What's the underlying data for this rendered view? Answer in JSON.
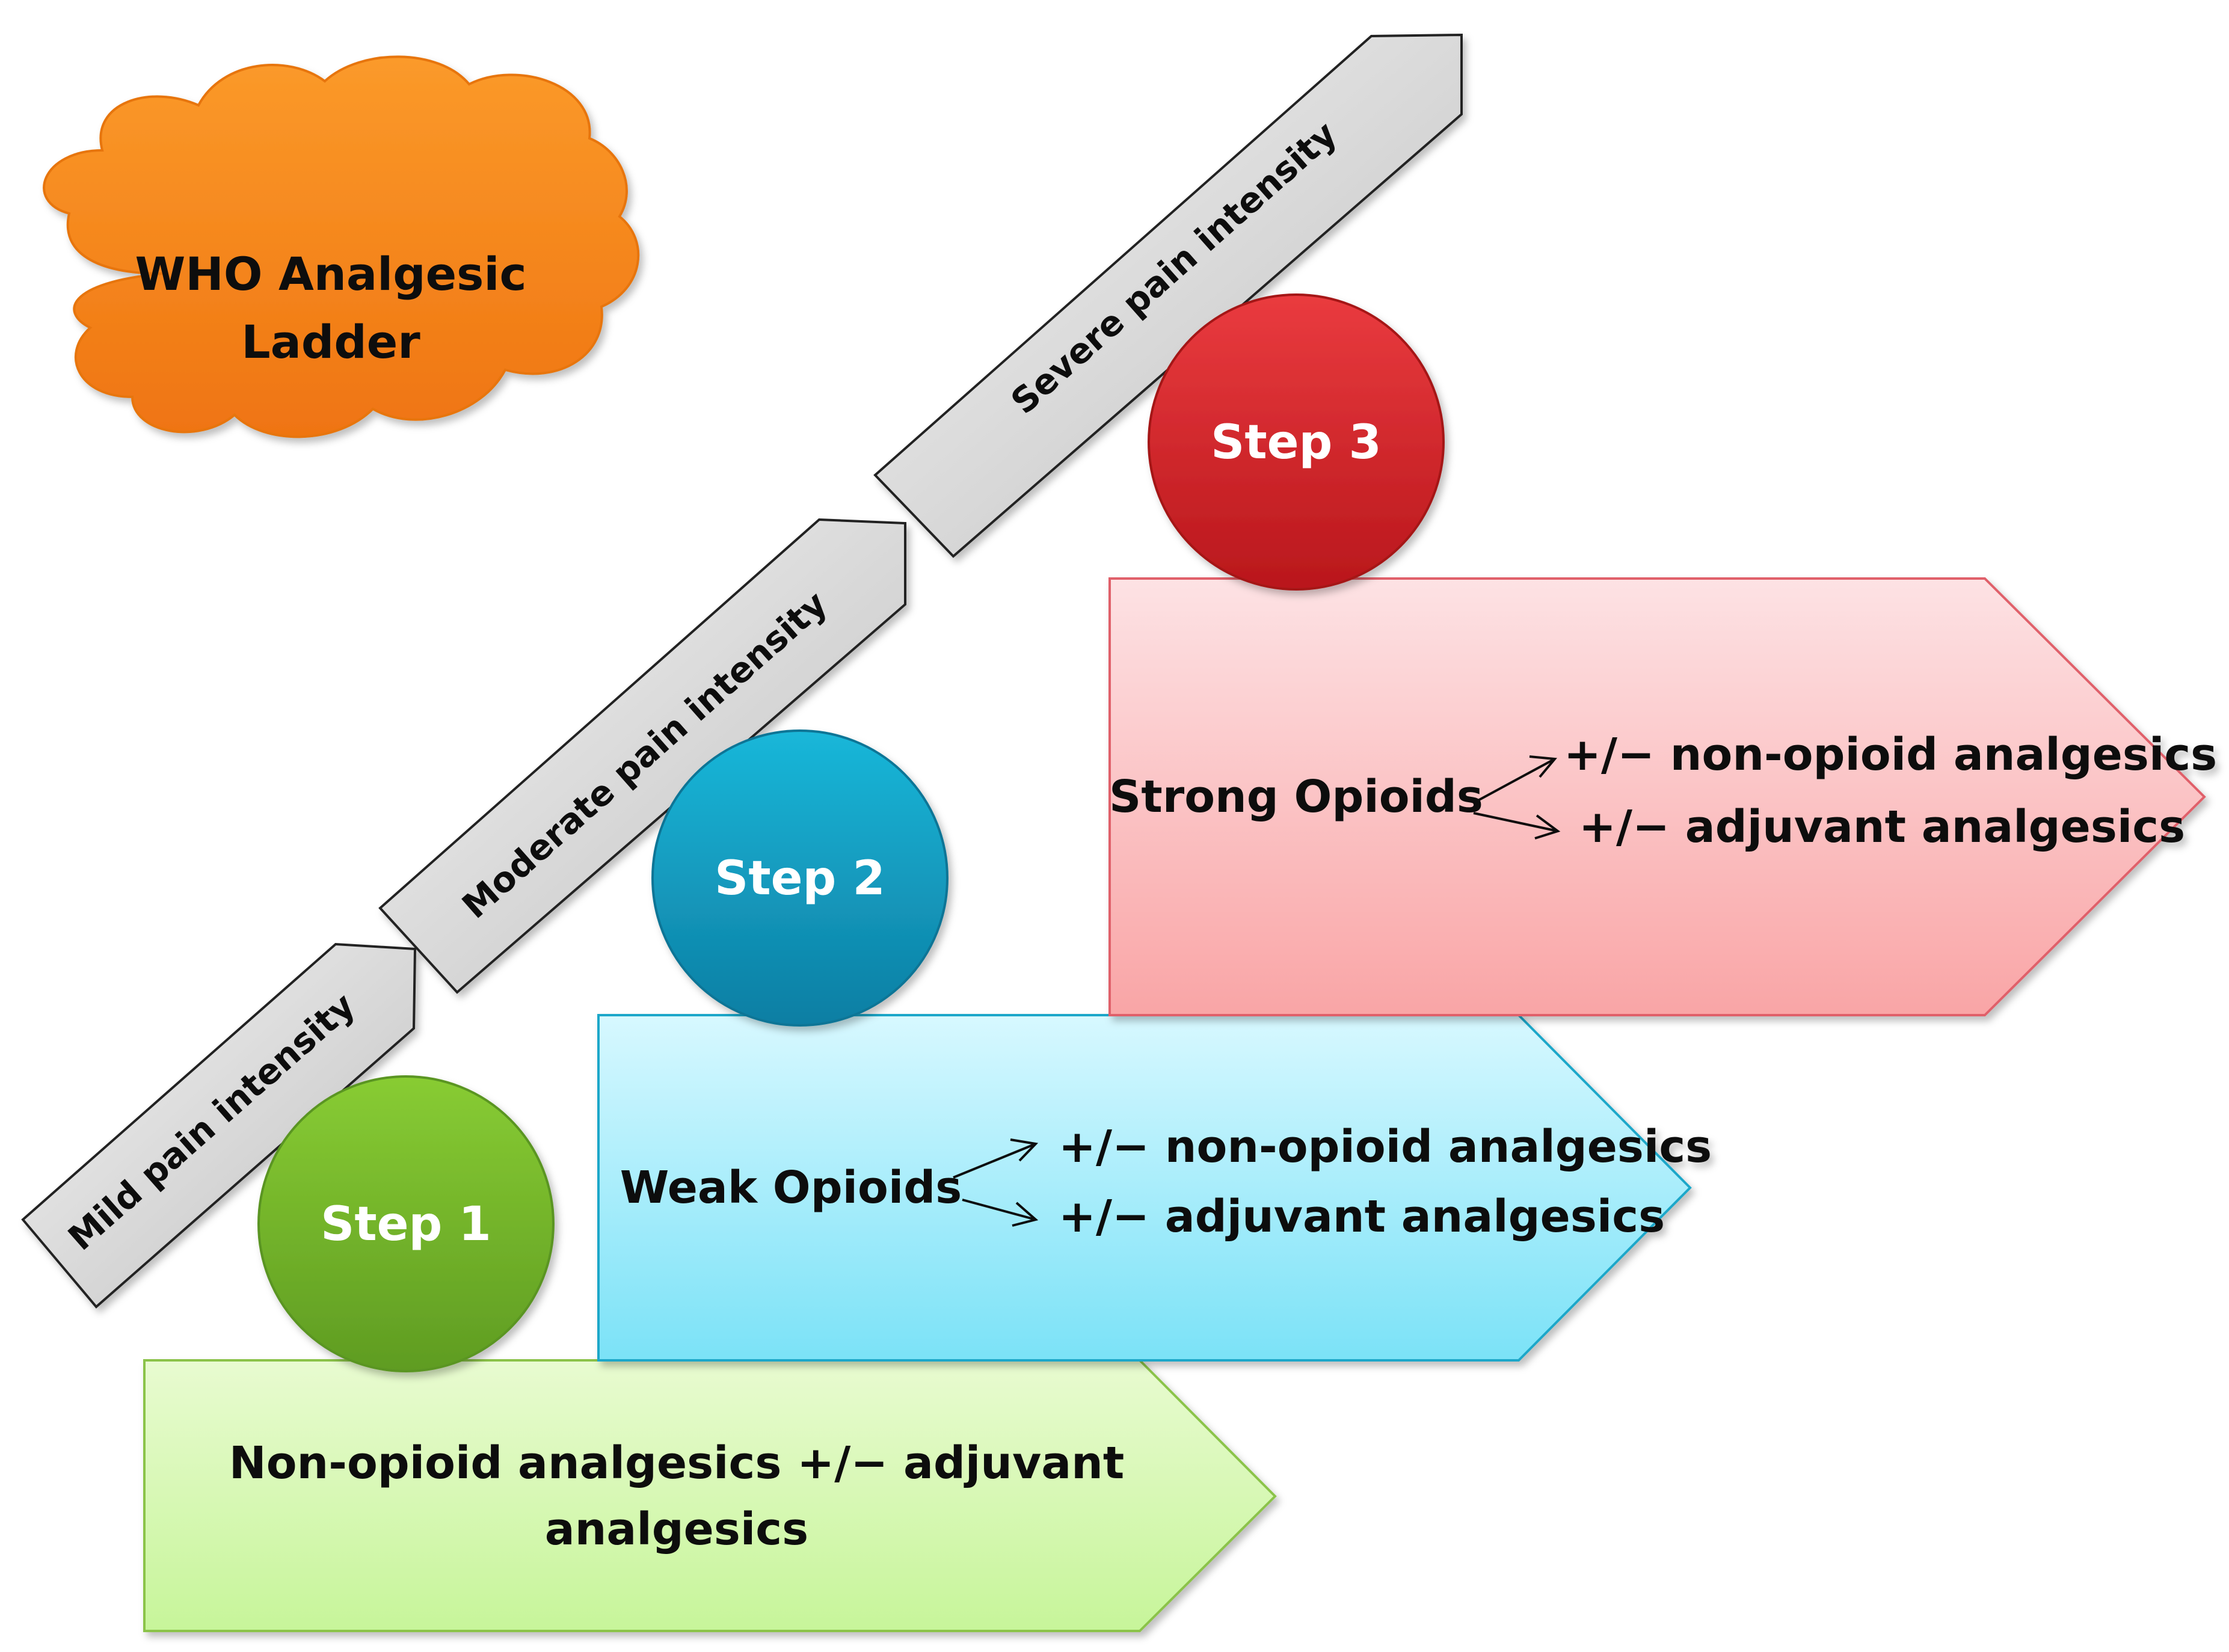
{
  "title": {
    "line1": "WHO Analgesic",
    "line2": "Ladder"
  },
  "intensity": {
    "mild": "Mild pain intensity",
    "moderate": "Moderate pain intensity",
    "severe": "Severe pain intensity"
  },
  "steps": [
    {
      "label": "Step 1",
      "color": "#76b82a"
    },
    {
      "label": "Step 2",
      "color": "#149ec2"
    },
    {
      "label": "Step 3",
      "color": "#d12a2e"
    }
  ],
  "boxes": {
    "step1": {
      "line1": "Non-opioid analgesics +/− adjuvant",
      "line2": "analgesics",
      "fill": "#d9f7b3",
      "border": "#8bc34a"
    },
    "step2": {
      "main": "Weak Opioids",
      "opt1": "+/− non-opioid analgesics",
      "opt2": "+/− adjuvant analgesics",
      "fill": "#a8ecfb",
      "border": "#1aa7c9"
    },
    "step3": {
      "main": "Strong Opioids",
      "opt1": "+/− non-opioid analgesics",
      "opt2": "+/− adjuvant analgesics",
      "fill": "#fcc4c4",
      "border": "#e0606a"
    }
  },
  "colors": {
    "cloud": "#f7891b",
    "arrow_fill": "#dcdcdc",
    "text": "#111111",
    "step_text": "#ffffff"
  }
}
